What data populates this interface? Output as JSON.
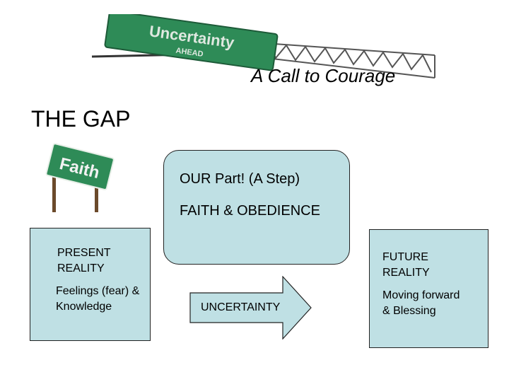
{
  "gantry_sign": {
    "main_text": "Uncertainty",
    "sub_text": "AHEAD"
  },
  "subtitle": "A Call to Courage",
  "title": "THE GAP",
  "faith_sign": {
    "text": "Faith"
  },
  "present_box": {
    "heading": "PRESENT REALITY",
    "body": "Feelings (fear) & Knowledge"
  },
  "center_box": {
    "line1": "OUR Part! (A Step)",
    "line2": "FAITH & OBEDIENCE"
  },
  "arrow": {
    "label": "UNCERTAINTY"
  },
  "future_box": {
    "heading": "FUTURE REALITY",
    "body": "Moving forward & Blessing"
  },
  "colors": {
    "box_fill": "#bfe0e4",
    "sign_green": "#2e8b57",
    "border": "#222222"
  }
}
